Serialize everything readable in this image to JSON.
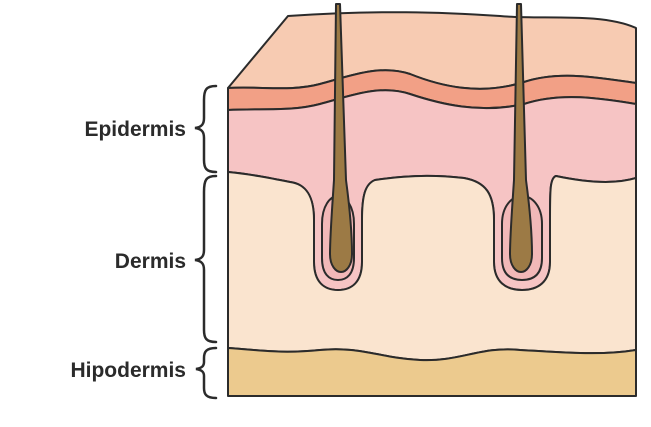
{
  "labels": {
    "epidermis": "Epidermis",
    "dermis": "Dermis",
    "hypodermis": "Hipodermis"
  },
  "colors": {
    "outline": "#2b2b2b",
    "surface": "#f7cbb2",
    "epidermis_band": "#f2a086",
    "epidermis": "#f6c4c4",
    "dermis": "#fae4cf",
    "hypodermis": "#ecca8e",
    "follicle_sheath": "#f2b8b8",
    "hair": "#9c7a45"
  },
  "icons": {
    "layer_bracket": "curly-brace-icon"
  }
}
